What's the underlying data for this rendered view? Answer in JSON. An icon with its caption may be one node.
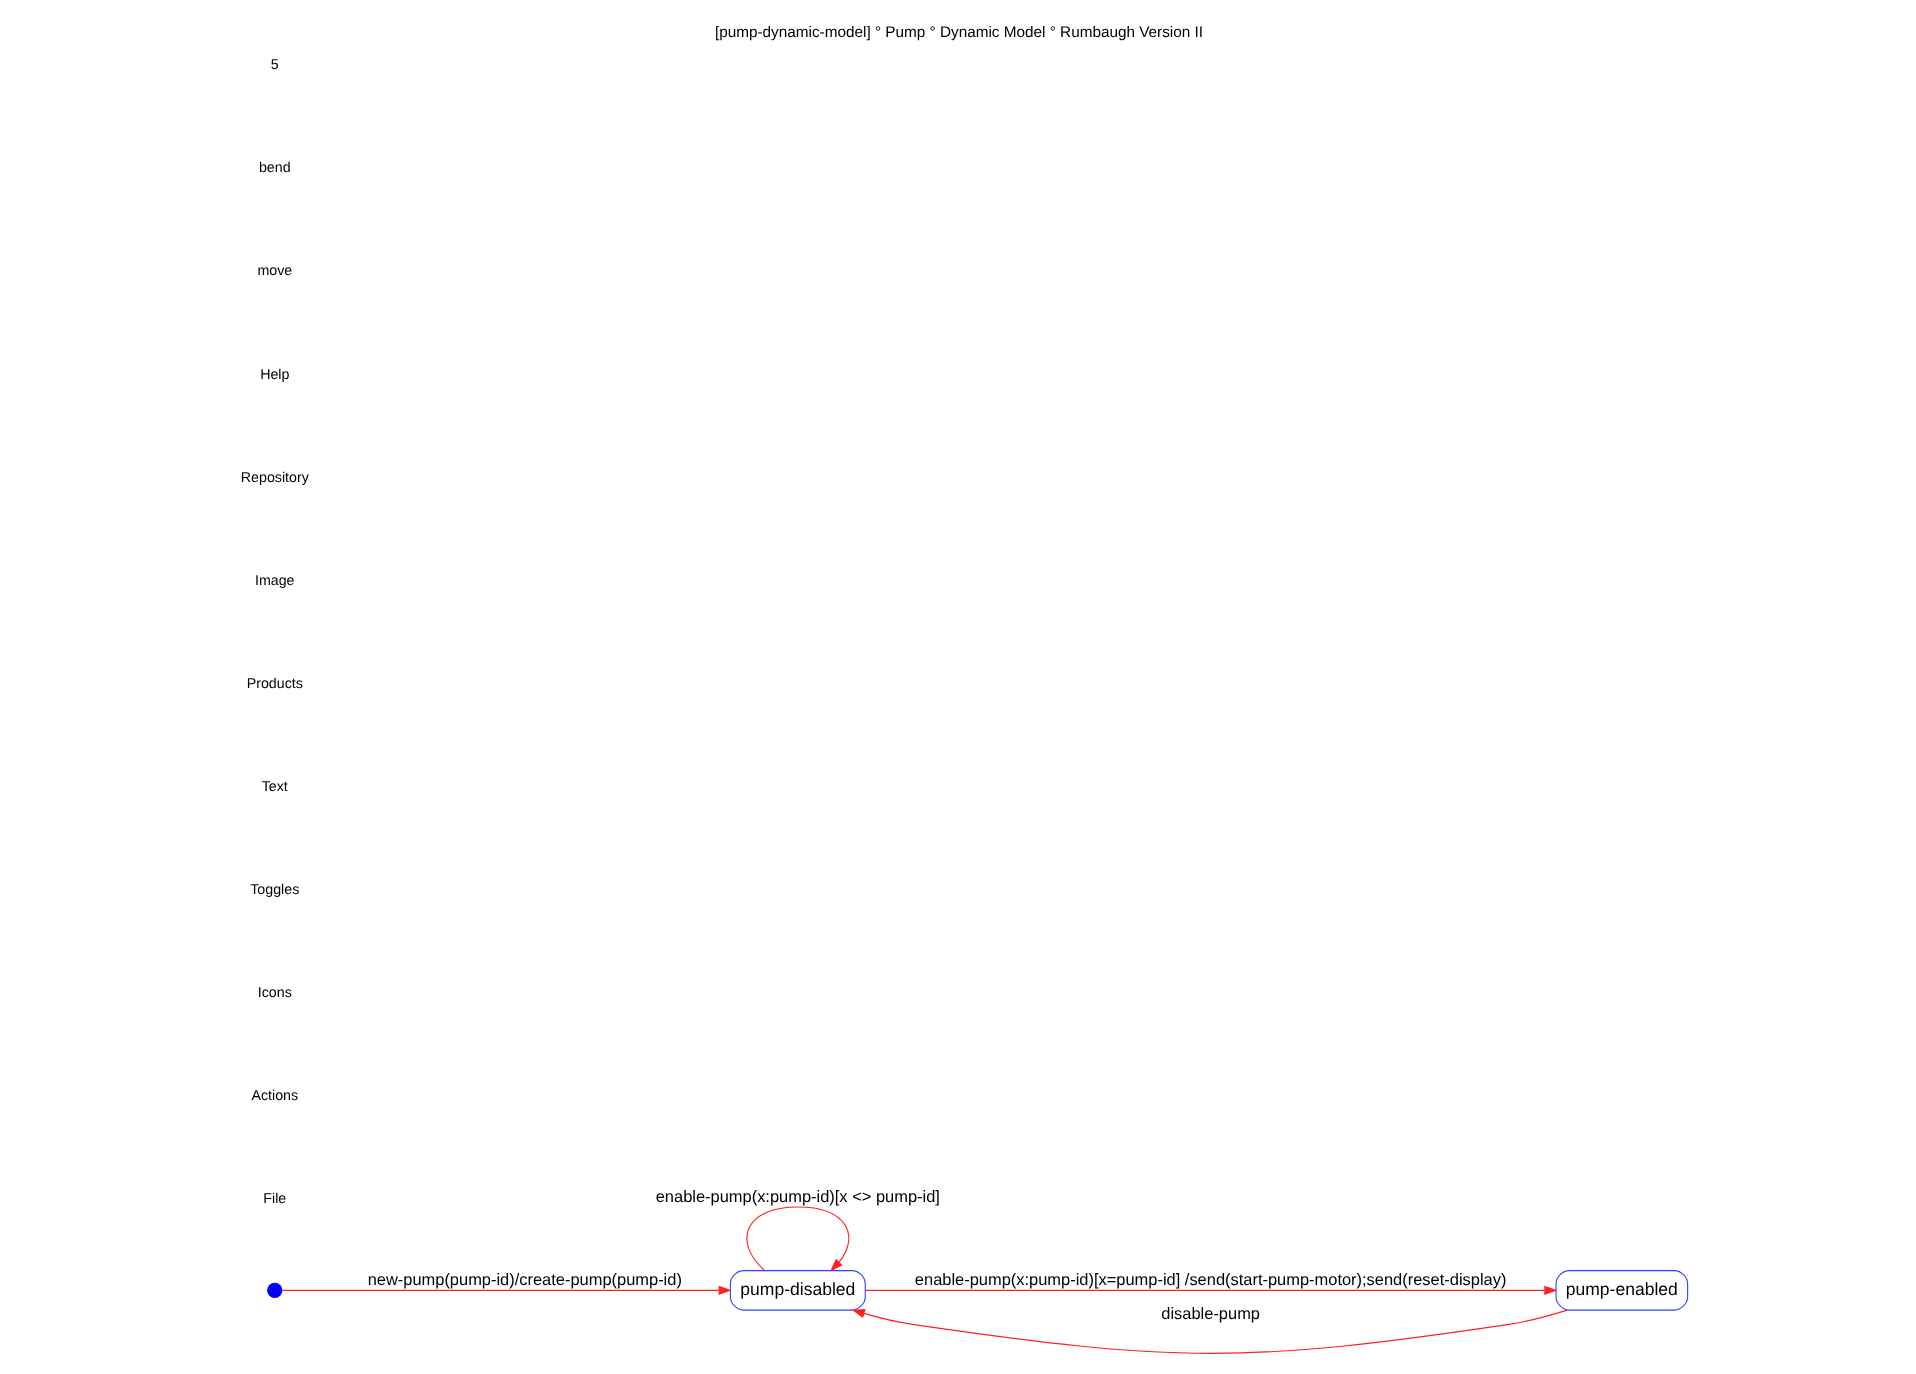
{
  "diagram": {
    "title": "[pump-dynamic-model] ° Pump ° Dynamic Model ° Rumbaugh Version II",
    "nodes": [
      {
        "text": [
          "pump-disabled"
        ]
      },
      {
        "text": [
          "pump-enabled"
        ]
      },
      {
        "text": [],
        "shape": "circle"
      }
    ],
    "edges": [
      {
        "from": 0,
        "to": 0,
        "arrow": "to",
        "label": "enable-pump(x:pump-id)[x <> pump-id]"
      },
      {
        "from": 0,
        "to": 1,
        "arrow": "to",
        "label": "enable-pump(x:pump-id)[x=pump-id] /send(start-pump-motor);send(reset-display)"
      },
      {
        "from": 1,
        "to": 0,
        "arrow": "to",
        "label": "disable-pump"
      },
      {
        "from": 2,
        "to": 0,
        "arrow": "to",
        "label": "new-pump(pump-id)/create-pump(pump-id)"
      }
    ],
    "labels": [
      "File",
      "Actions",
      "Icons",
      "Toggles",
      "Text",
      "Products",
      "Image",
      "Repository",
      "Help",
      "move",
      "bend",
      "5"
    ]
  }
}
